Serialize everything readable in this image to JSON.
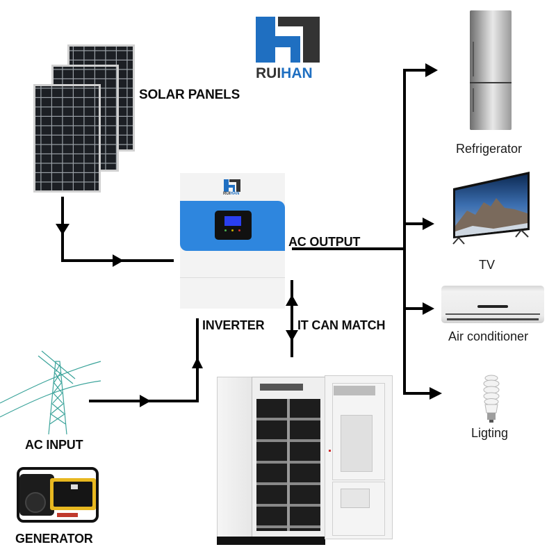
{
  "brand": {
    "name_part1": "RUI",
    "name_part2": "HAN",
    "colors": {
      "blue": "#1f6fc1",
      "dark": "#333333"
    }
  },
  "components": {
    "solar_panels": {
      "label": "SOLAR PANELS",
      "icon": "solar-panel-icon"
    },
    "inverter": {
      "label": "INVERTER",
      "icon": "inverter-icon",
      "brand_small_1": "RUI",
      "brand_small_2": "HAN",
      "accent_color": "#2e86de"
    },
    "ac_input": {
      "label": "AC INPUT",
      "icon": "power-tower-icon"
    },
    "generator": {
      "label": "GENERATOR",
      "icon": "generator-icon"
    },
    "battery": {
      "label": "IT CAN MATCH",
      "icon": "battery-cabinet-icon"
    }
  },
  "output": {
    "label": "AC OUTPUT",
    "loads": [
      {
        "label": "Refrigerator",
        "icon": "refrigerator-icon"
      },
      {
        "label": "TV",
        "icon": "tv-icon"
      },
      {
        "label": "Air conditioner",
        "icon": "air-conditioner-icon"
      },
      {
        "label": "Ligting",
        "icon": "light-bulb-icon"
      }
    ]
  },
  "flows": [
    {
      "from": "solar_panels",
      "to": "inverter"
    },
    {
      "from": "ac_input",
      "to": "inverter"
    },
    {
      "from": "inverter",
      "to": "battery",
      "bidirectional": true
    },
    {
      "from": "inverter",
      "to": "loads"
    }
  ]
}
